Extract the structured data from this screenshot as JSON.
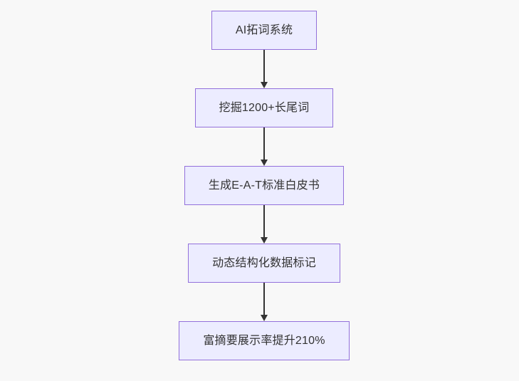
{
  "page": {
    "background_color": "#f8f8f8"
  },
  "flowchart": {
    "type": "flowchart",
    "direction": "top-down",
    "node_fill_color": "#ECECFF",
    "node_border_color": "#9370DB",
    "edge_color": "#333333",
    "text_color": "#333333",
    "nodes": [
      {
        "id": "step-1",
        "label": "AI拓词系统"
      },
      {
        "id": "step-2",
        "label": "挖掘1200+长尾词"
      },
      {
        "id": "step-3",
        "label": "生成E-A-T标准白皮书"
      },
      {
        "id": "step-4",
        "label": "动态结构化数据标记"
      },
      {
        "id": "step-5",
        "label": "富摘要展示率提升210%"
      }
    ],
    "edges": [
      {
        "from": "step-1",
        "to": "step-2",
        "style": "arrow-down"
      },
      {
        "from": "step-2",
        "to": "step-3",
        "style": "arrow-down"
      },
      {
        "from": "step-3",
        "to": "step-4",
        "style": "arrow-down"
      },
      {
        "from": "step-4",
        "to": "step-5",
        "style": "arrow-down"
      }
    ]
  }
}
